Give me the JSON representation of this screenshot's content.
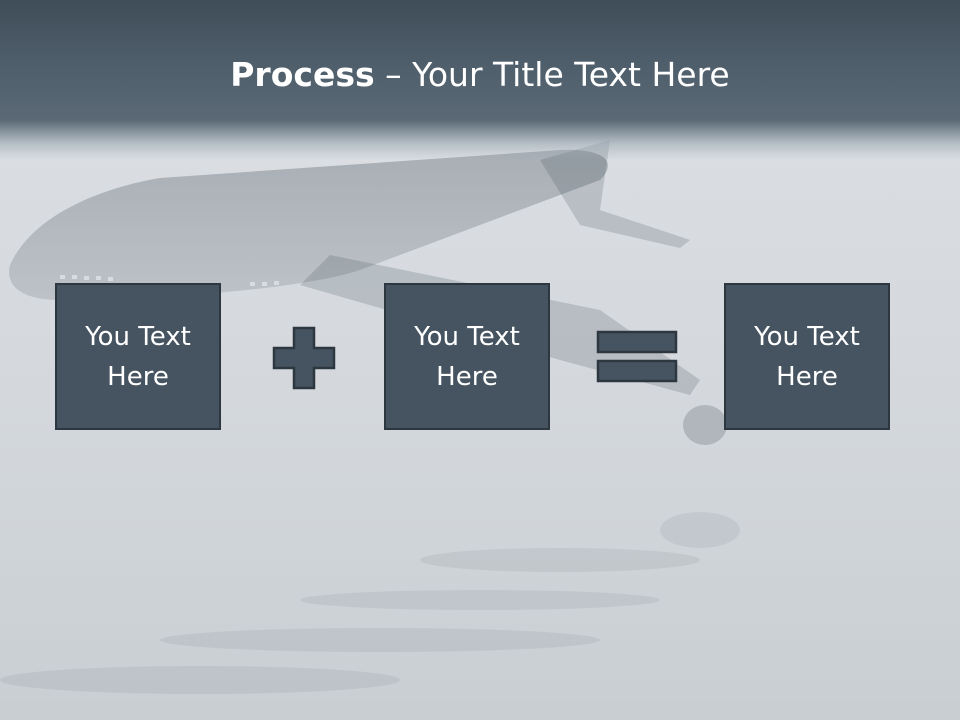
{
  "slide": {
    "title_bold": "Process",
    "title_rest": " – Your Title Text Here"
  },
  "process": {
    "boxes": [
      {
        "label": "You Text Here"
      },
      {
        "label": "You Text Here"
      },
      {
        "label": "You Text Here"
      }
    ],
    "operators": [
      "plus-icon",
      "equals-icon"
    ]
  },
  "colors": {
    "header": "#4f5e6b",
    "box_fill": "#465461",
    "box_border": "#2c3740",
    "text": "#ffffff"
  }
}
